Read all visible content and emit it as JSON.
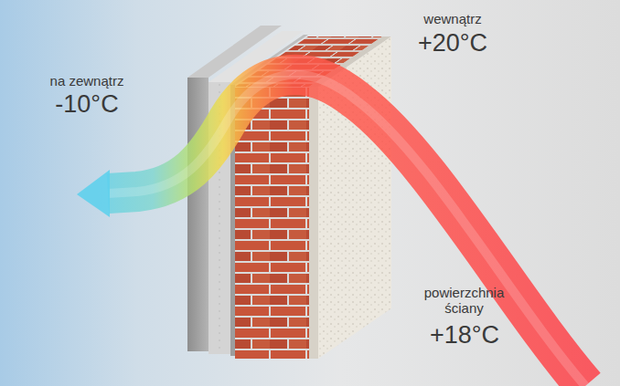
{
  "diagram": {
    "labels": [
      "na zewnątrz",
      "-10°C",
      "wewnątrz",
      "+20°C",
      "powierzchnia ściany",
      "+18°C"
    ]
  }
}
